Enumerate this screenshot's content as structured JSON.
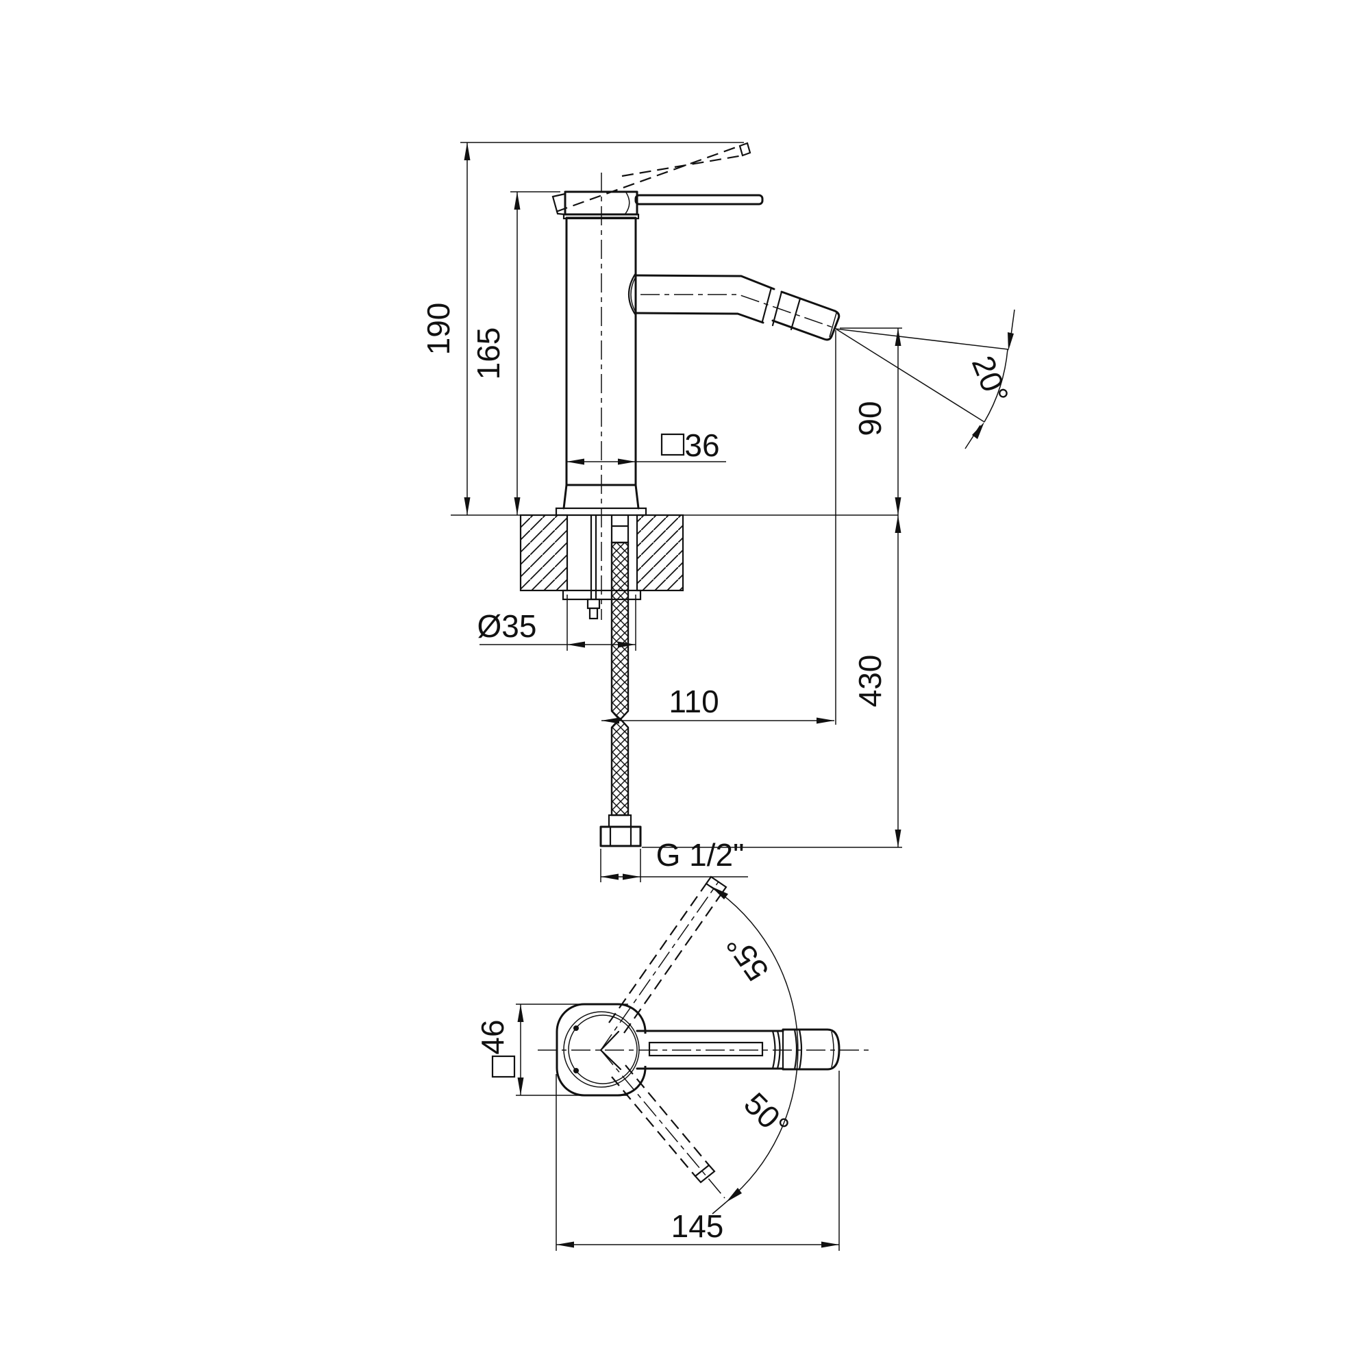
{
  "drawing": {
    "title": "bidet-mixer-dimension-drawing",
    "labels": {
      "height_total": "190",
      "height_body": "165",
      "body_square": "36",
      "shank_diameter": "Ø35",
      "spout_reach": "110",
      "below_deck_length": "430",
      "spout_height": "90",
      "spray_angle": "20°",
      "thread_size": "G 1/2\"",
      "plan_body_square": "46",
      "swing_upper": "55°",
      "swing_lower": "50°",
      "plan_length": "145"
    },
    "symbols": {
      "square_symbol": "square-outline",
      "diameter_symbol": "Ø"
    },
    "colors": {
      "line": "#111111",
      "background": "#ffffff"
    }
  }
}
